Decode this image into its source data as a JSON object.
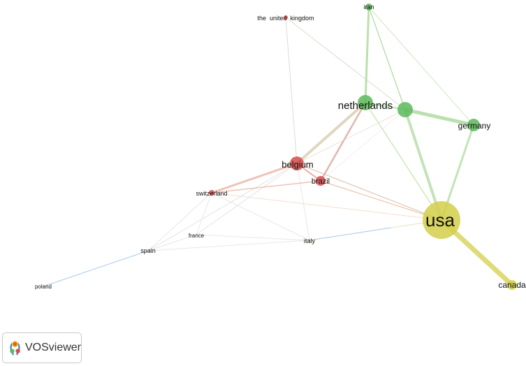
{
  "app": {
    "logo_text": "VOSviewer"
  },
  "colors": {
    "cluster_red": "#d94a4a",
    "cluster_green": "#5cb85c",
    "cluster_yellow": "#d4cf4a",
    "link_blue": "#6fa8dc"
  },
  "nodes": [
    {
      "id": "usa",
      "label": "usa",
      "cluster": "yellow"
    },
    {
      "id": "canada",
      "label": "canada",
      "cluster": "yellow"
    },
    {
      "id": "italy",
      "label": "italy",
      "cluster": "yellow"
    },
    {
      "id": "netherlands",
      "label": "netherlands",
      "cluster": "green"
    },
    {
      "id": "germany",
      "label": "germany",
      "cluster": "green"
    },
    {
      "id": "iran",
      "label": "iran",
      "cluster": "green"
    },
    {
      "id": "unlabeled",
      "label": "",
      "cluster": "green"
    },
    {
      "id": "belgium",
      "label": "belgium",
      "cluster": "red"
    },
    {
      "id": "brazil",
      "label": "brazil",
      "cluster": "red"
    },
    {
      "id": "switzerland",
      "label": "switzerland",
      "cluster": "red"
    },
    {
      "id": "uk",
      "label": "the  united  kingdom",
      "cluster": "red"
    },
    {
      "id": "france",
      "label": "france",
      "cluster": "none"
    },
    {
      "id": "spain",
      "label": "spain",
      "cluster": "none"
    },
    {
      "id": "poland",
      "label": "poland",
      "cluster": "none"
    }
  ]
}
